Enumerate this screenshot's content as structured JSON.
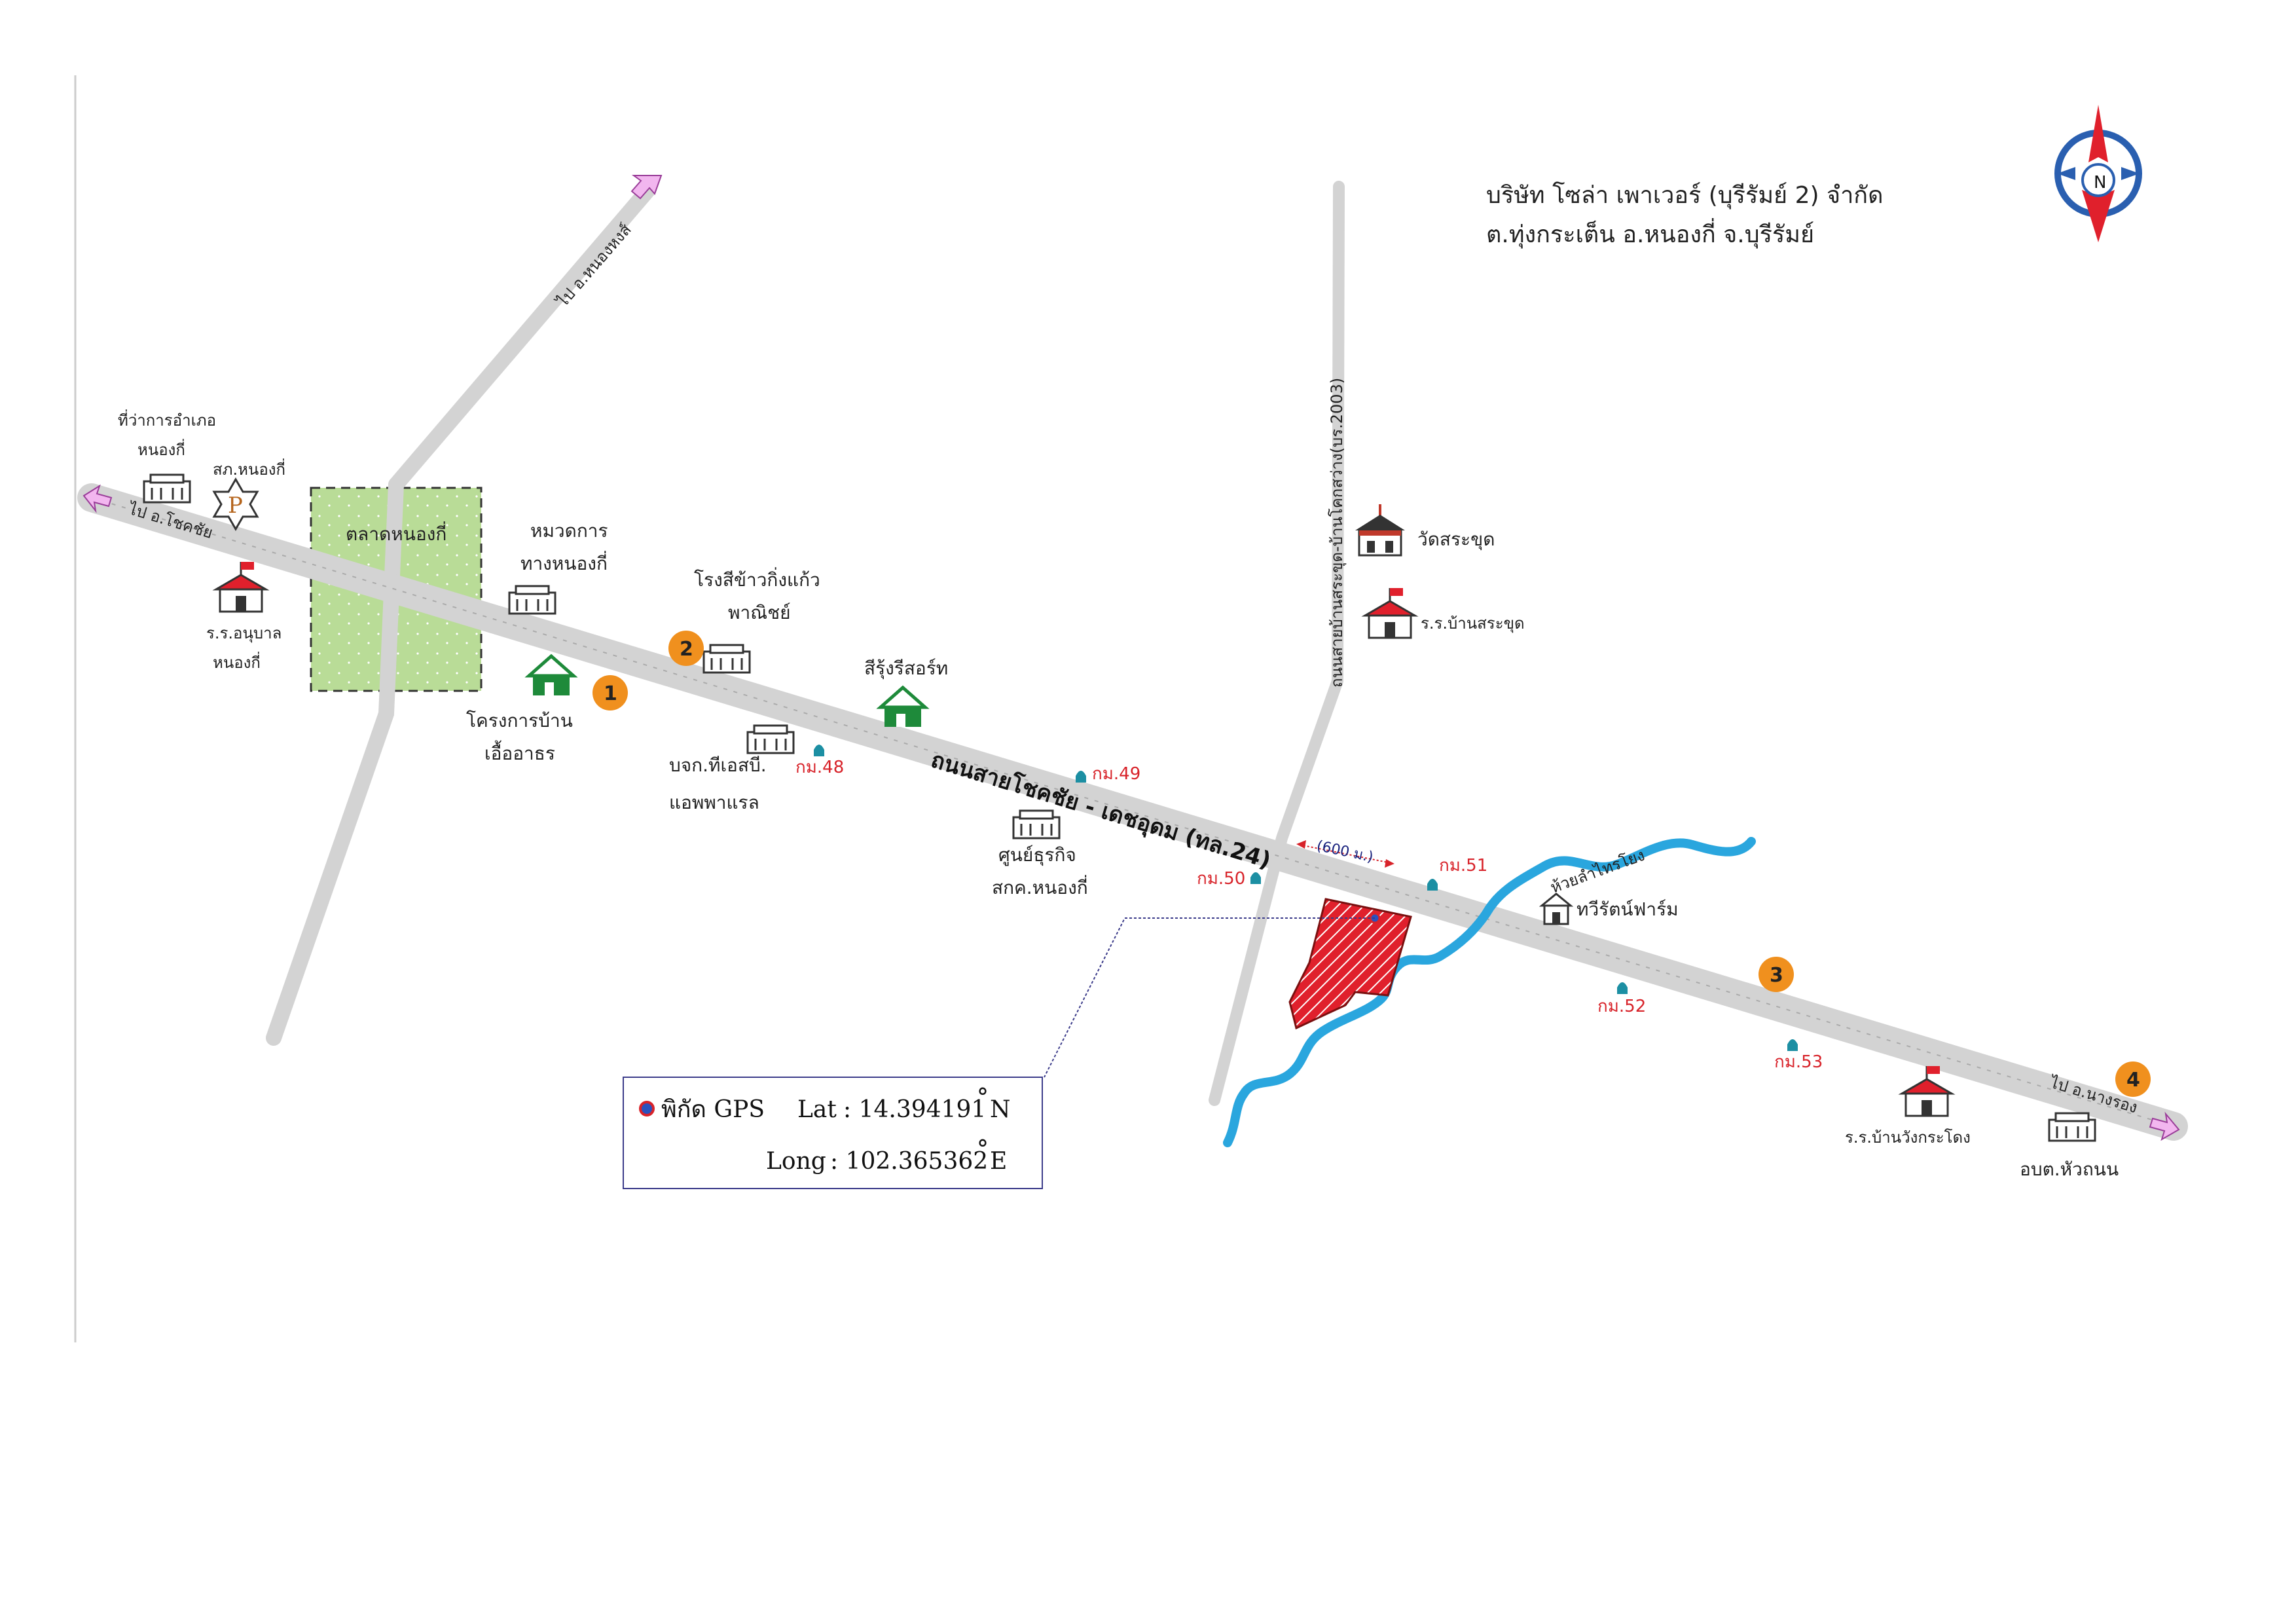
{
  "title": {
    "company": "บริษัท โซล่า เพาเวอร์ (บุรีรัมย์ 2) จำกัด",
    "location": "ต.ทุ่งกระเต็น อ.หนองกี่ จ.บุรีรัมย์"
  },
  "compass": {
    "letter": "N"
  },
  "roads": {
    "main_road": "ถนนสายโชคชัย - เดชอุดม (ทล.24)",
    "side_road": "ถนนสายบ้านสระขุด-บ้านโคกสว่าง(บร.2003)",
    "to_chokchai": "ไป อ.โชคชัย",
    "to_nongki": "ไป อ.หนองหงส์",
    "to_nangrong": "ไป อ.นางรอง",
    "distance": "(600 ม.)"
  },
  "places": {
    "district_office": [
      "ที่ว่าการอำเภอ",
      "หนองกี่"
    ],
    "police": "สภ.หนองกี่",
    "kindergarten": [
      "ร.ร.อนุบาล",
      "หนองกี่"
    ],
    "market": "ตลาดหนองกี่",
    "highway_unit": [
      "หมวดการ",
      "ทางหนองกี่"
    ],
    "housing": [
      "โครงการบ้าน",
      "เอื้ออาธร"
    ],
    "rice_mill": [
      "โรงสีข้าวกิ่งแก้ว",
      "พาณิชย์"
    ],
    "resort": "สีรุ้งรีสอร์ท",
    "apparel": [
      "บจก.ทีเอสบี.",
      "แอพพาแรล"
    ],
    "business_center": [
      "ศูนย์ธุรกิจ",
      "สกค.หนองกี่"
    ],
    "temple": "วัดสระขุด",
    "school_srakhut": "ร.ร.บ้านสระขุด",
    "stream": "ห้วยลำไทรโยง",
    "farm": "ทวีรัตน์ฟาร์ม",
    "school_wangkradong": "ร.ร.บ้านวังกระโดง",
    "sao": "อบต.หัวถนน"
  },
  "km_markers": [
    "กม.48",
    "กม.49",
    "กม.50",
    "กม.51",
    "กม.52",
    "กม.53"
  ],
  "numbered_points": [
    "1",
    "2",
    "3",
    "4"
  ],
  "gps": {
    "label": "พิกัด GPS",
    "lat_label": "Lat",
    "lat_value": ": 14.394191",
    "lat_unit": "N",
    "long_label": "Long",
    "long_value": ": 102.365362",
    "long_unit": "E",
    "degree": "°"
  },
  "colors": {
    "road": "#d3d3d3",
    "market": "#b9dc97",
    "site": "#e0202c",
    "stream": "#2aa6de",
    "marker": "#f0901e",
    "km_text": "#d8232a"
  }
}
